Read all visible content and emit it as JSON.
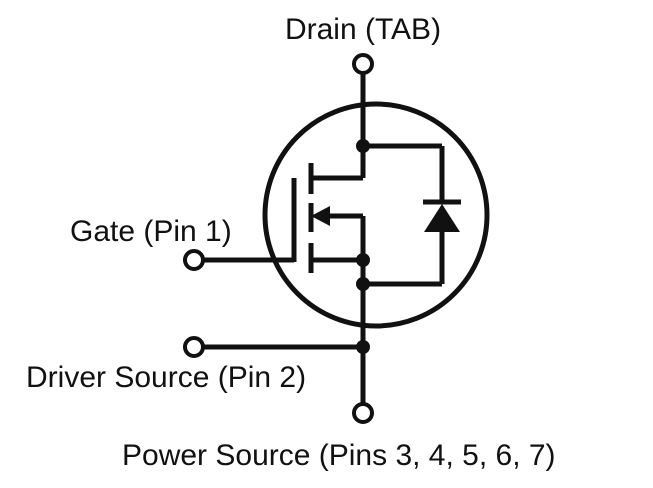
{
  "labels": {
    "drain": "Drain (TAB)",
    "gate": "Gate (Pin 1)",
    "driver_source": "Driver Source (Pin 2)",
    "power_source": "Power Source (Pins 3, 4, 5, 6, 7)"
  },
  "colors": {
    "ink": "#111111",
    "background": "#ffffff"
  }
}
